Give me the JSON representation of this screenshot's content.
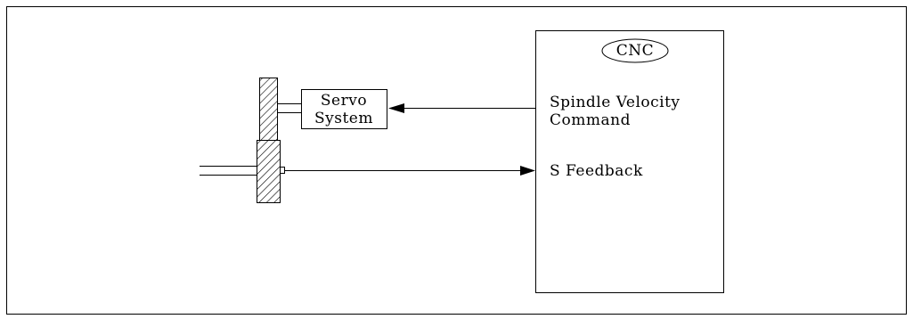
{
  "diagram": {
    "cnc_label": "CNC",
    "command_line1": "Spindle Velocity",
    "command_line2": "Command",
    "feedback_label": "S Feedback",
    "servo_line1": "Servo",
    "servo_line2": "System"
  }
}
